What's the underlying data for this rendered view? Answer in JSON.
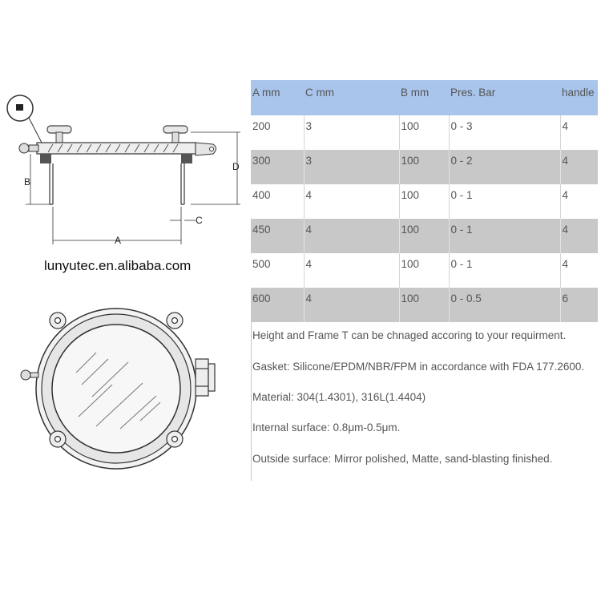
{
  "watermark": "lunyutec.en.alibaba.com",
  "drawing": {
    "dim_labels": {
      "a": "A",
      "b": "B",
      "c": "C",
      "d": "D"
    }
  },
  "table": {
    "headers": [
      "A mm",
      "C mm",
      "B mm",
      "Pres. Bar",
      "handle"
    ],
    "rows": [
      [
        "200",
        "3",
        "100",
        "0 - 3",
        "4"
      ],
      [
        "300",
        "3",
        "100",
        "0 - 2",
        "4"
      ],
      [
        "400",
        "4",
        "100",
        "0 - 1",
        "4"
      ],
      [
        "450",
        "4",
        "100",
        "0 - 1",
        "4"
      ],
      [
        "500",
        "4",
        "100",
        "0 - 1",
        "4"
      ],
      [
        "600",
        "4",
        "100",
        "0 - 0.5",
        "6"
      ]
    ]
  },
  "notes": [
    "Height and Frame T can be chnaged accoring to your requirment.",
    "Gasket: Silicone/EPDM/NBR/FPM in accordance with FDA 177.2600.",
    "Material: 304(1.4301), 316L(1.4404)",
    "Internal surface: 0.8μm-0.5μm.",
    "Outside surface: Mirror polished, Matte, sand-blasting finished."
  ],
  "colors": {
    "header_bg": "#a9c5ec",
    "shaded_row": "#c8c8c8"
  }
}
